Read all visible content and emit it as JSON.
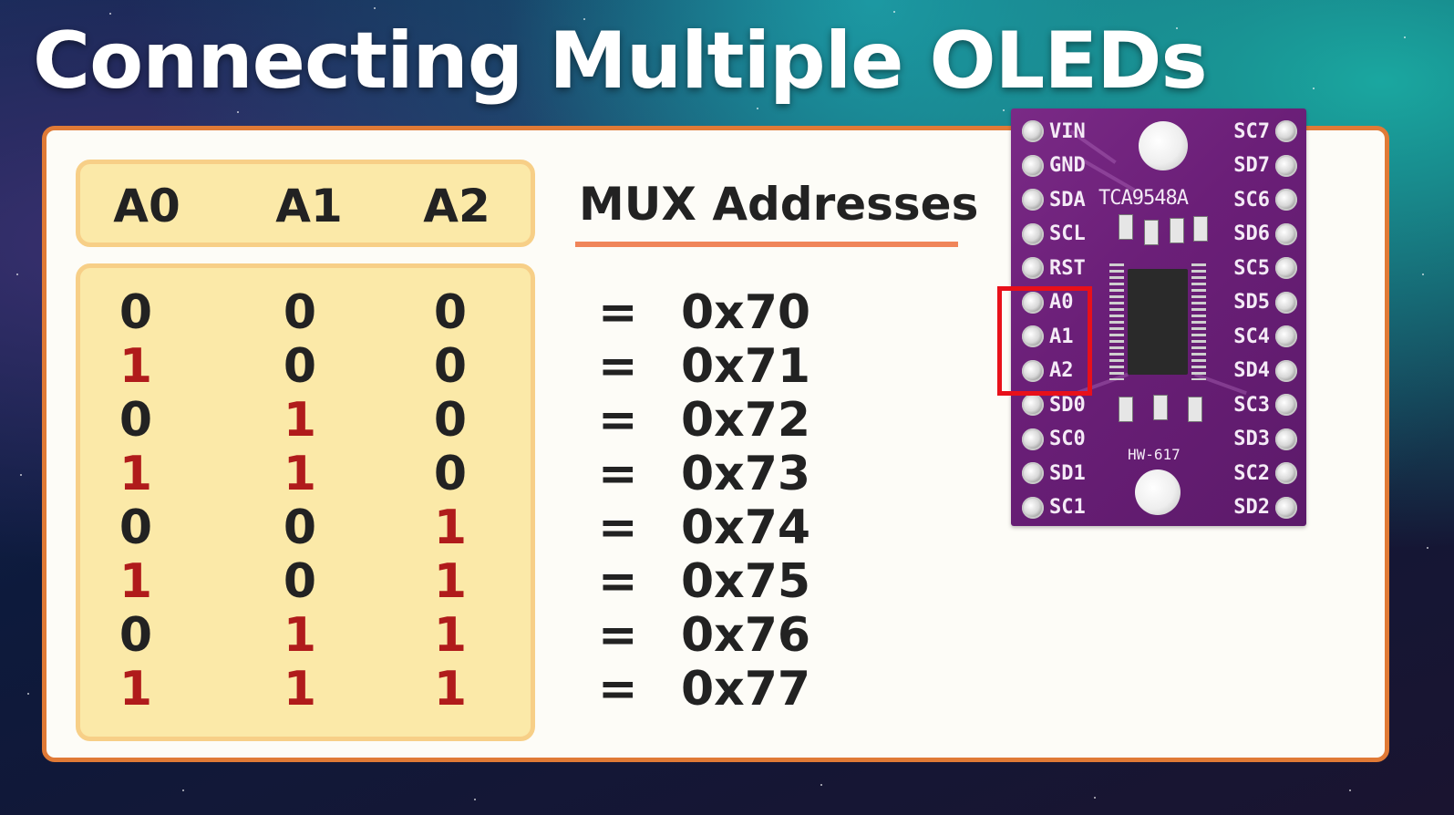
{
  "title": "Connecting Multiple OLEDs",
  "table": {
    "headers": [
      "A0",
      "A1",
      "A2"
    ],
    "rows": [
      {
        "a0": "0",
        "a1": "0",
        "a2": "0",
        "eq": "=",
        "address": "0x70"
      },
      {
        "a0": "1",
        "a1": "0",
        "a2": "0",
        "eq": "=",
        "address": "0x71"
      },
      {
        "a0": "0",
        "a1": "1",
        "a2": "0",
        "eq": "=",
        "address": "0x72"
      },
      {
        "a0": "1",
        "a1": "1",
        "a2": "0",
        "eq": "=",
        "address": "0x73"
      },
      {
        "a0": "0",
        "a1": "0",
        "a2": "1",
        "eq": "=",
        "address": "0x74"
      },
      {
        "a0": "1",
        "a1": "0",
        "a2": "1",
        "eq": "=",
        "address": "0x75"
      },
      {
        "a0": "0",
        "a1": "1",
        "a2": "1",
        "eq": "=",
        "address": "0x76"
      },
      {
        "a0": "1",
        "a1": "1",
        "a2": "1",
        "eq": "=",
        "address": "0x77"
      }
    ]
  },
  "mux_title": "MUX Addresses",
  "board": {
    "chip": "TCA9548A",
    "model": "HW-617",
    "left_pins": [
      "VIN",
      "GND",
      "SDA",
      "SCL",
      "RST",
      "A0",
      "A1",
      "A2",
      "SD0",
      "SC0",
      "SD1",
      "SC1"
    ],
    "right_pins": [
      "SC7",
      "SD7",
      "SC6",
      "SD6",
      "SC5",
      "SD5",
      "SC4",
      "SD4",
      "SC3",
      "SD3",
      "SC2",
      "SD2"
    ],
    "highlighted_pins": [
      "A0",
      "A1",
      "A2"
    ]
  },
  "colors": {
    "bit_zero": "#222222",
    "bit_one": "#b01b1b",
    "panel_border": "#e07a36",
    "table_fill": "#fbe9a8",
    "underline": "#f0855a",
    "highlight": "#e8101a",
    "board": "#6b1f78"
  }
}
